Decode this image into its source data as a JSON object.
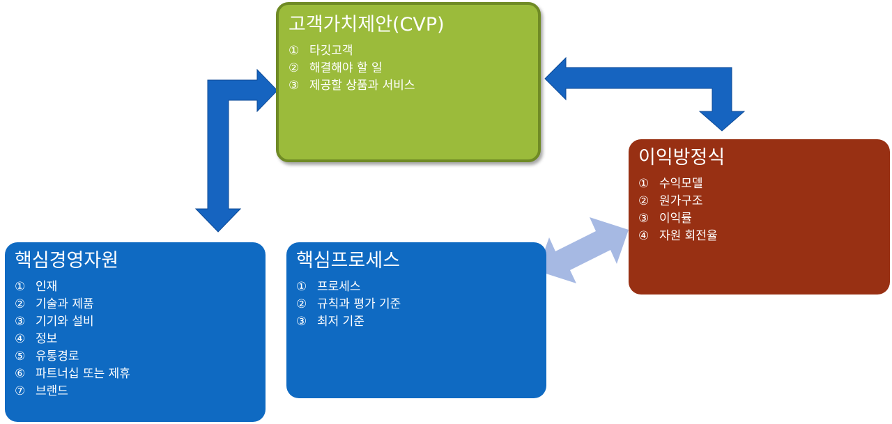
{
  "cvp": {
    "title": "고객가치제안(CVP)",
    "items": [
      {
        "num": "①",
        "text": "타깃고객"
      },
      {
        "num": "②",
        "text": "해결해야 할 일"
      },
      {
        "num": "③",
        "text": "제공할 상품과 서비스"
      }
    ]
  },
  "profit_formula": {
    "title": "이익방정식",
    "items": [
      {
        "num": "①",
        "text": "수익모델"
      },
      {
        "num": "②",
        "text": "원가구조"
      },
      {
        "num": "③",
        "text": "이익률"
      },
      {
        "num": "④",
        "text": "자원 회전율"
      }
    ]
  },
  "key_resources": {
    "title": "핵심경영자원",
    "items": [
      {
        "num": "①",
        "text": "인재"
      },
      {
        "num": "②",
        "text": "기술과 제품"
      },
      {
        "num": "③",
        "text": "기기와 설비"
      },
      {
        "num": "④",
        "text": "정보"
      },
      {
        "num": "⑤",
        "text": "유통경로"
      },
      {
        "num": "⑥",
        "text": "파트너십 또는 제휴"
      },
      {
        "num": "⑦",
        "text": "브랜드"
      }
    ]
  },
  "key_processes": {
    "title": "핵심프로세스",
    "items": [
      {
        "num": "①",
        "text": "프로세스"
      },
      {
        "num": "②",
        "text": "규칙과 평가 기준"
      },
      {
        "num": "③",
        "text": "최저 기준"
      }
    ]
  },
  "colors": {
    "cvp": "#9bbb3b",
    "profit_formula": "#983013",
    "key_resources": "#0f6ac2",
    "key_processes": "#0f6ac2",
    "arrow_dark": "#1664c0",
    "arrow_light": "#a6b9e3"
  }
}
